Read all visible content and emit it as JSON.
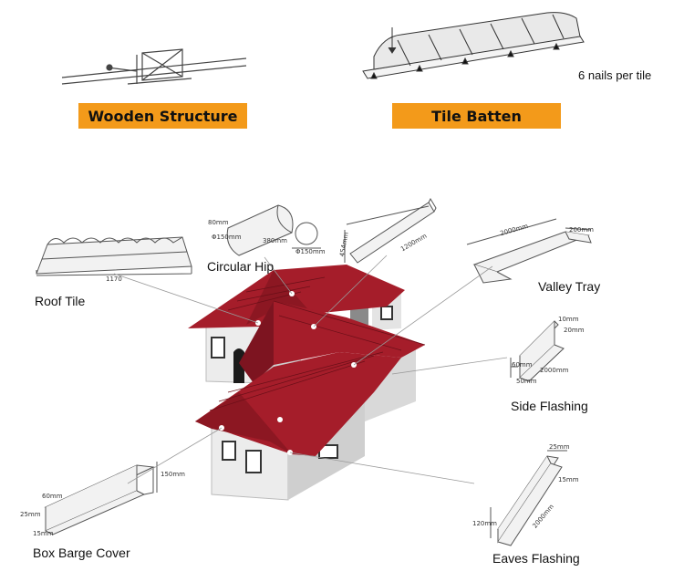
{
  "banners": {
    "wooden_structure": "Wooden Structure",
    "tile_batten": "Tile Batten"
  },
  "nails_note": "6 nails per tile",
  "parts": {
    "roof_tile": {
      "label": "Roof Tile",
      "dim_length": "1170"
    },
    "circular_hip": {
      "label": "Circular Hip",
      "dim_height": "80mm",
      "dim_diameter": "Φ150mm",
      "dim_length": "380mm",
      "dim_round": "Φ150mm"
    },
    "ridge_panel": {
      "dim_width": "454mm",
      "dim_length": "1200mm"
    },
    "valley_tray": {
      "label": "Valley Tray",
      "dim_length": "2000mm",
      "dim_width": "200mm"
    },
    "side_flashing": {
      "label": "Side Flashing",
      "dim_top": "10mm",
      "dim_upper": "20mm",
      "dim_height": "60mm",
      "dim_length": "2000mm",
      "dim_base": "50mm"
    },
    "box_barge_cover": {
      "label": "Box Barge Cover",
      "dim_top": "60mm",
      "dim_side": "25mm",
      "dim_height": "150mm",
      "dim_base": "15mm"
    },
    "eaves_flashing": {
      "label": "Eaves Flashing",
      "dim_top": "25mm",
      "dim_lip": "15mm",
      "dim_height": "120mm",
      "dim_length": "2000mm"
    }
  },
  "colors": {
    "banner": "#f39a1a",
    "roof": "#a51d2a",
    "roof_dark": "#7d1420",
    "wall": "#ececec",
    "wall_shade": "#c9c9c9",
    "line": "#444444"
  }
}
